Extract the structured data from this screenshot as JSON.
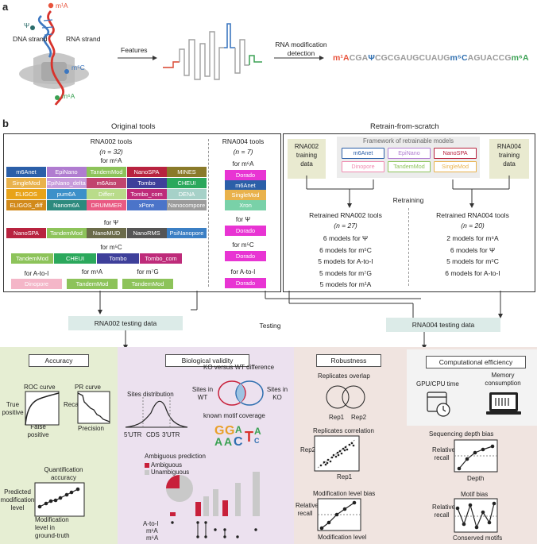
{
  "panel_a": {
    "label": "a",
    "dna_strand": "DNA strand",
    "rna_strand": "RNA strand",
    "features": "Features",
    "detection_l1": "RNA modification",
    "detection_l2": "detection",
    "mod_m1a": "m¹A",
    "mod_psi": "Ψ",
    "mod_m5c": "m⁵C",
    "mod_m6a": "m⁶A",
    "sequence": [
      {
        "text": "m¹A",
        "color": "#e8523b"
      },
      {
        "text": "CGA",
        "color": "#9a9a9a"
      },
      {
        "text": "Ψ",
        "color": "#2f6fb0"
      },
      {
        "text": "CGCGAUGCUAUG",
        "color": "#9a9a9a"
      },
      {
        "text": "m⁵C",
        "color": "#2f6fb0"
      },
      {
        "text": "AGUACCG",
        "color": "#9a9a9a"
      },
      {
        "text": "m⁶A",
        "color": "#3aa153"
      }
    ]
  },
  "panel_b": {
    "label": "b",
    "original_tools_title": "Original tools",
    "retrain_title": "Retrain-from-scratch",
    "rna002_tools": "RNA002 tools",
    "rna002_n": "(n = 32)",
    "rna004_tools": "RNA004 tools",
    "rna004_n": "(n = 7)",
    "for_m6a": "for m⁶A",
    "for_psi": "for Ψ",
    "for_m5c": "for m⁵C",
    "for_atoi": "for A-to-I",
    "for_m1a": "for m¹A",
    "for_m7g": "for m⁷G",
    "m6a_tools": [
      {
        "name": "m6Anet",
        "bg": "#2b5fa8"
      },
      {
        "name": "EpiNano",
        "bg": "#b07cd0"
      },
      {
        "name": "TandemMod",
        "bg": "#8dc35a"
      },
      {
        "name": "NanoSPA",
        "bg": "#b8233f"
      },
      {
        "name": "MINES",
        "bg": "#8a7a2a"
      },
      {
        "name": "SingleMod",
        "bg": "#e9b24c"
      },
      {
        "name": "EpiNano_delta",
        "bg": "#c79bdb"
      },
      {
        "name": "m6Aiso",
        "bg": "#c1446e"
      },
      {
        "name": "Tombo",
        "bg": "#3e3f9a"
      },
      {
        "name": "CHEUI",
        "bg": "#2ba85c"
      },
      {
        "name": "ELIGOS",
        "bg": "#e8a319"
      },
      {
        "name": "pum6A",
        "bg": "#3c90c9"
      },
      {
        "name": "Differr",
        "bg": "#b9dc8a"
      },
      {
        "name": "Tombo_com",
        "bg": "#be2b7a"
      },
      {
        "name": "DENA",
        "bg": "#a6d1c8"
      },
      {
        "name": "ELIGOS_diff",
        "bg": "#d28a1a"
      },
      {
        "name": "Nanom6A",
        "bg": "#2d8a7e"
      },
      {
        "name": "DRUMMER",
        "bg": "#e95a83"
      },
      {
        "name": "xPore",
        "bg": "#4b74c9"
      },
      {
        "name": "Nanocompore",
        "bg": "#9b9b9b"
      }
    ],
    "psi_tools": [
      {
        "name": "NanoSPA",
        "bg": "#b8233f"
      },
      {
        "name": "TandemMod",
        "bg": "#8dc35a"
      },
      {
        "name": "NanoMUD",
        "bg": "#6b6b4a"
      },
      {
        "name": "NanoRMS",
        "bg": "#555555"
      },
      {
        "name": "PsiNanopore",
        "bg": "#3b7fc4"
      }
    ],
    "m5c_tools": [
      {
        "name": "TandemMod",
        "bg": "#8dc35a"
      },
      {
        "name": "CHEUI",
        "bg": "#2ba85c"
      },
      {
        "name": "Tombo",
        "bg": "#3e3f9a"
      },
      {
        "name": "Tombo_com",
        "bg": "#be2b7a"
      }
    ],
    "atoi_tool": {
      "name": "Dinopore",
      "bg": "#f4b6c8"
    },
    "m1a_tool": {
      "name": "TandemMod",
      "bg": "#8dc35a"
    },
    "m7g_tool": {
      "name": "TandemMod",
      "bg": "#8dc35a"
    },
    "rna004_m6a": [
      {
        "name": "Dorado",
        "bg": "#e834d3"
      },
      {
        "name": "m6Anet",
        "bg": "#2b5fa8"
      },
      {
        "name": "SingleMod",
        "bg": "#e9b24c"
      },
      {
        "name": "Xron",
        "bg": "#79d1a8"
      }
    ],
    "rna004_psi": {
      "name": "Dorado",
      "bg": "#e834d3"
    },
    "rna004_m5c": {
      "name": "Dorado",
      "bg": "#e834d3"
    },
    "rna004_atoi": {
      "name": "Dorado",
      "bg": "#e834d3"
    },
    "rna002_training_l1": "RNA002",
    "rna002_training_l2": "training",
    "rna002_training_l3": "data",
    "rna004_training_l1": "RNA004",
    "rna004_training_l2": "training",
    "rna004_training_l3": "data",
    "framework_title": "Framework of retrainable models",
    "framework_models": [
      {
        "name": "m6Anet",
        "color": "#2b5fa8"
      },
      {
        "name": "EpiNano",
        "color": "#b07cd0"
      },
      {
        "name": "NanoSPA",
        "color": "#b8233f"
      },
      {
        "name": "Dinopore",
        "color": "#f08ab0"
      },
      {
        "name": "TandemMod",
        "color": "#8dc35a"
      },
      {
        "name": "SingleMod",
        "color": "#e9b24c"
      }
    ],
    "retraining": "Retraining",
    "retrained_rna002": "Retrained RNA002 tools",
    "retrained_rna002_n": "(n = 27)",
    "retrained_rna004": "Retrained RNA004 tools",
    "retrained_rna004_n": "(n = 20)",
    "rna002_models": [
      "6 models for Ψ",
      "6 models for m⁵C",
      "5 models for A-to-I",
      "5 models for m⁷G",
      "5 models for m¹A"
    ],
    "rna004_models": [
      "2 models for m⁶A",
      "6 models for Ψ",
      "5 models for m⁵C",
      "6 models for A-to-I"
    ],
    "rna002_testing": "RNA002 testing data",
    "rna004_testing": "RNA004 testing data",
    "testing": "Testing"
  },
  "accuracy": {
    "title": "Accuracy",
    "roc": "ROC curve",
    "true_positive_l1": "True",
    "true_positive_l2": "positive",
    "false_positive_l1": "False",
    "false_positive_l2": "positive",
    "pr": "PR curve",
    "recall": "Recall",
    "precision": "Precision",
    "quant_l1": "Quantification",
    "quant_l2": "accuracy",
    "predicted_l1": "Predicted",
    "predicted_l2": "modification",
    "predicted_l3": "level",
    "mod_level_l1": "Modification",
    "mod_level_l2": "level in",
    "mod_level_l3": "ground-truth"
  },
  "bio": {
    "title": "Biological validity",
    "sites_dist": "Sites distribution",
    "utr5": "5′UTR",
    "cds": "CDS",
    "utr3": "3′UTR",
    "ko_title": "KO versus WT difference",
    "sites_in_l1": "Sites in",
    "wt": "WT",
    "ko": "KO",
    "motif": "known motif coverage",
    "ambiguous_title": "Ambiguous prediction",
    "ambiguous": "Ambiguous",
    "unambiguous": "Unambiguous",
    "row_atoi": "A-to-I",
    "row_m1a": "m¹A",
    "row_m6a": "m⁶A",
    "legend_red": "#c8203a",
    "legend_grey": "#c9c9c9"
  },
  "robust": {
    "title": "Robustness",
    "rep_overlap": "Replicates overlap",
    "rep1": "Rep1",
    "rep2": "Rep2",
    "rep_corr": "Replicates correlation",
    "mod_bias": "Modification level bias",
    "rel_l1": "Relative",
    "rel_l2": "recall",
    "mod_level": "Modification level"
  },
  "comp": {
    "title": "Computational efficiency",
    "gpu": "GPU/CPU time",
    "mem_l1": "Memory",
    "mem_l2": "consumption",
    "seq_bias": "Sequencing depth bias",
    "depth": "Depth",
    "motif_bias": "Motif bias",
    "conserved": "Conserved motifs"
  }
}
